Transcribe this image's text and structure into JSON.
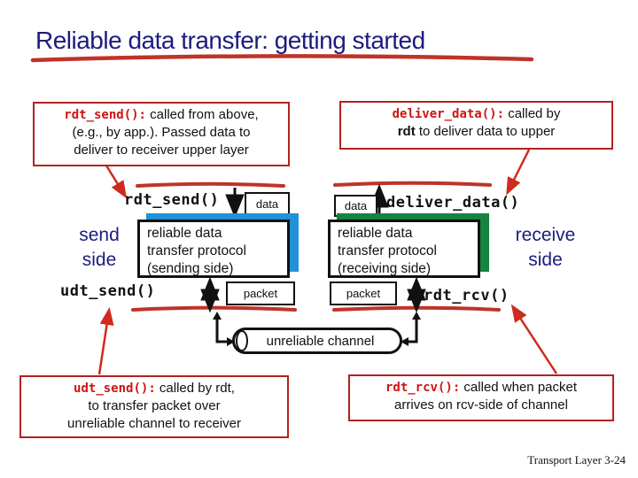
{
  "slide": {
    "title": "Reliable data transfer: getting started",
    "footer": {
      "label": "Transport Layer",
      "page": "3-24"
    }
  },
  "colors": {
    "title_navy": "#1c1c7e",
    "callout_red": "#b22220",
    "code_red": "#cc1512",
    "line_red": "#bf3328",
    "arrow_red": "#d02a1e",
    "sender_shadow_blue": "#2191d9",
    "receiver_shadow_green": "#15843e"
  },
  "callouts": {
    "rdt_send": {
      "code": "rdt_send():",
      "line1_rest": " called from above,",
      "line2": "(e.g., by app.). Passed data to",
      "line3": "deliver to receiver upper layer"
    },
    "deliver_data": {
      "code": "deliver_data():",
      "line1_rest": " called by",
      "bold_word": "rdt",
      "line2_rest": " to deliver data to upper"
    },
    "udt_send": {
      "code": "udt_send():",
      "line1_rest": " called by rdt,",
      "line2": "to transfer packet over",
      "line3": "unreliable channel to receiver"
    },
    "rdt_rcv": {
      "code": "rdt_rcv():",
      "line1_rest": " called when packet",
      "line2": "arrives on rcv-side of channel"
    }
  },
  "diagram": {
    "side_send": "send side",
    "side_receive": "receive side",
    "label_rdt_send": "rdt_send()",
    "label_deliver_data": "deliver_data()",
    "label_udt_send": "udt_send()",
    "label_rdt_rcv": "rdt_rcv()",
    "chip_data": "data",
    "chip_packet": "packet",
    "sender_box": {
      "lines": [
        "reliable data",
        "transfer protocol",
        "(sending side)"
      ]
    },
    "receiver_box": {
      "lines": [
        "reliable data",
        "transfer protocol",
        "(receiving side)"
      ]
    },
    "channel": "unreliable channel"
  }
}
